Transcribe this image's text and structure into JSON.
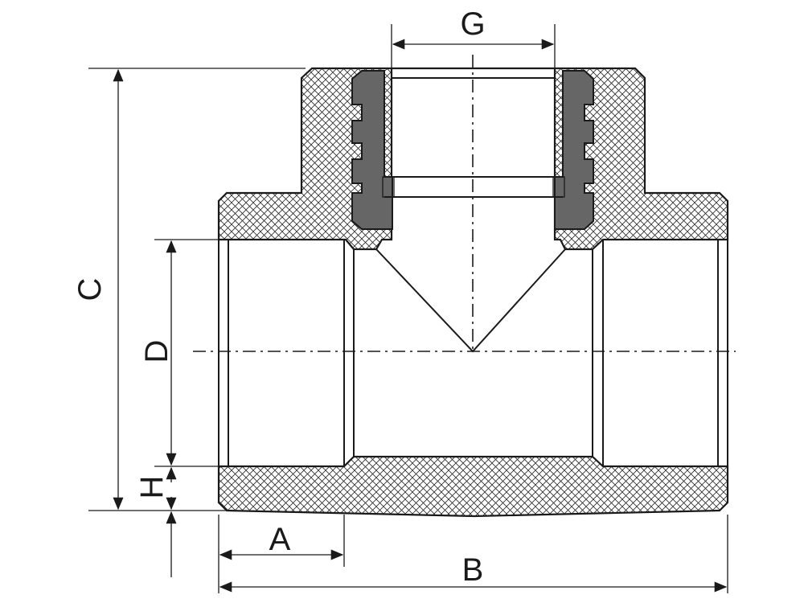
{
  "diagram": {
    "labels": {
      "G": "G",
      "C": "C",
      "D": "D",
      "H": "H",
      "A": "A",
      "B": "B"
    },
    "colors": {
      "outline": "#1a1a1a",
      "hatch_fill": "#ffffff",
      "insert": "#666666",
      "background": "#ffffff"
    }
  }
}
